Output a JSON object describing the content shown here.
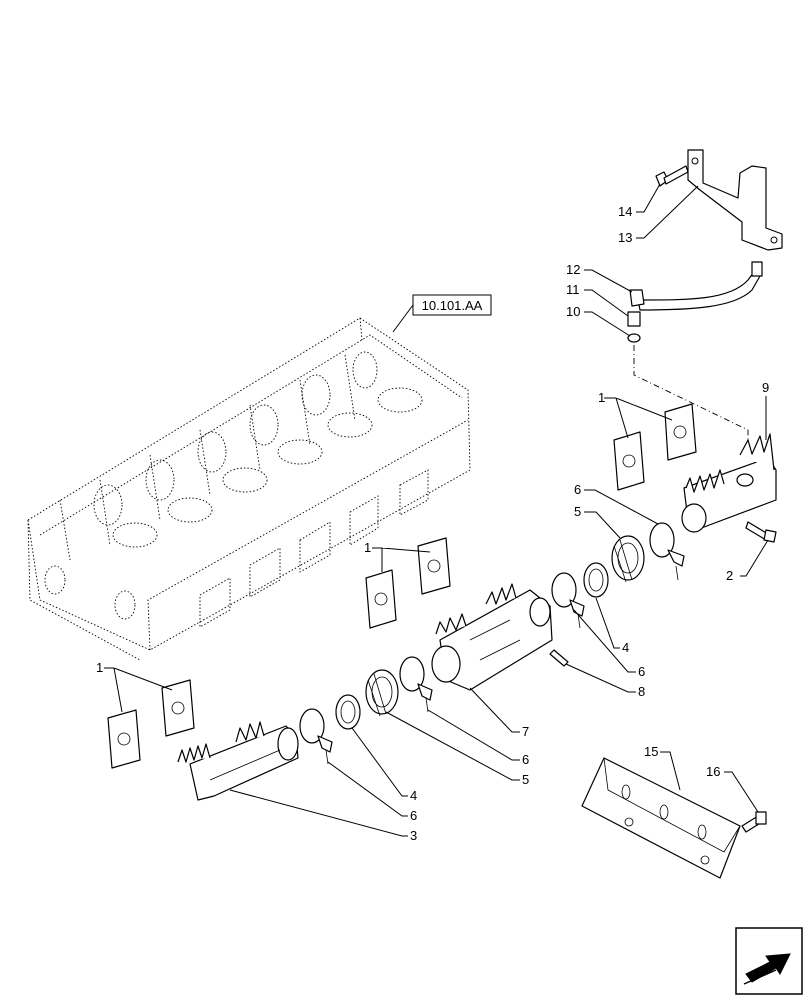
{
  "reference": {
    "label": "10.101.AA"
  },
  "callouts": [
    {
      "id": "c1a",
      "text": "1"
    },
    {
      "id": "c1b",
      "text": "1"
    },
    {
      "id": "c1c",
      "text": "1"
    },
    {
      "id": "c2",
      "text": "2"
    },
    {
      "id": "c3",
      "text": "3"
    },
    {
      "id": "c4a",
      "text": "4"
    },
    {
      "id": "c4b",
      "text": "4"
    },
    {
      "id": "c5a",
      "text": "5"
    },
    {
      "id": "c5b",
      "text": "5"
    },
    {
      "id": "c6a",
      "text": "6"
    },
    {
      "id": "c6b",
      "text": "6"
    },
    {
      "id": "c6c",
      "text": "6"
    },
    {
      "id": "c6d",
      "text": "6"
    },
    {
      "id": "c7",
      "text": "7"
    },
    {
      "id": "c8",
      "text": "8"
    },
    {
      "id": "c9",
      "text": "9"
    },
    {
      "id": "c10",
      "text": "10"
    },
    {
      "id": "c11",
      "text": "11"
    },
    {
      "id": "c12",
      "text": "12"
    },
    {
      "id": "c13",
      "text": "13"
    },
    {
      "id": "c14",
      "text": "14"
    },
    {
      "id": "c15",
      "text": "15"
    },
    {
      "id": "c16",
      "text": "16"
    }
  ],
  "nav": {
    "icon": "next-page-arrow-icon"
  }
}
